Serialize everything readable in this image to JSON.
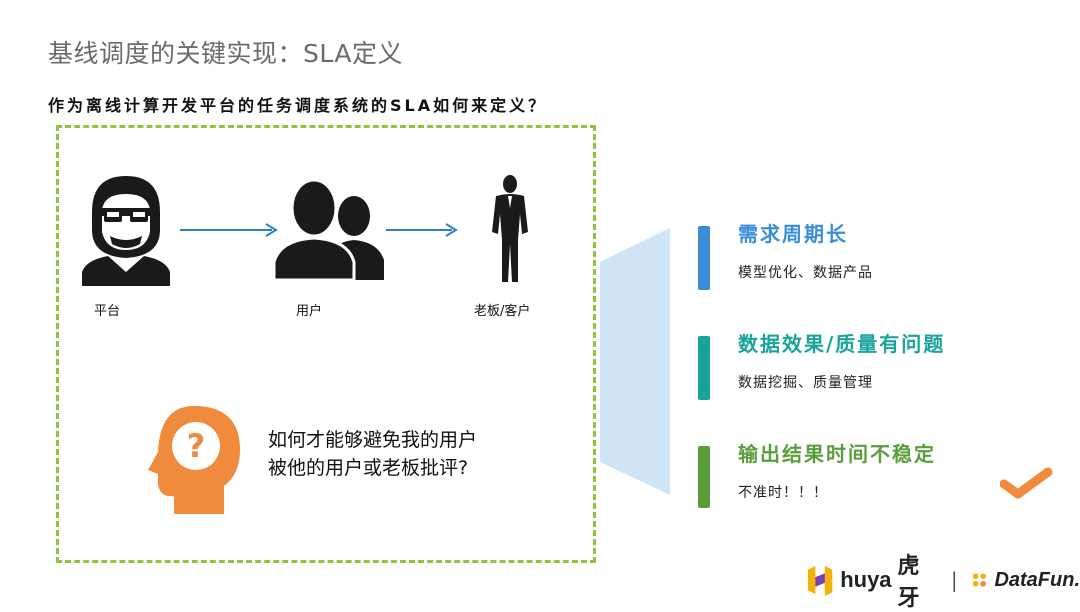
{
  "slide": {
    "title": "基线调度的关键实现：SLA定义",
    "subtitle": "作为离线计算开发平台的任务调度系统的SLA如何来定义？"
  },
  "actors": [
    {
      "label": "平台",
      "icon": "engineer-icon"
    },
    {
      "label": "用户",
      "icon": "users-icon"
    },
    {
      "label": "老板/客户",
      "icon": "businessman-icon"
    }
  ],
  "question": {
    "icon": "head-question-icon",
    "line1": "如何才能够避免我的用户",
    "line2": "被他的用户或老板批评?"
  },
  "points": [
    {
      "head": "需求周期长",
      "desc": "模型优化、数据产品",
      "color": "#3a8ed8"
    },
    {
      "head": "数据效果/质量有问题",
      "desc": "数据挖掘、质量管理",
      "color": "#1aa39a"
    },
    {
      "head": "输出结果时间不稳定",
      "desc": "不准时！！！",
      "color": "#5a9e3c"
    }
  ],
  "logos": {
    "huya": "huya",
    "huya_cn": "虎牙",
    "separator": "|",
    "datafun": "DataFun."
  },
  "colors": {
    "dash_border": "#8cc63f",
    "arrow": "#2f7fc9",
    "funnel": "#cfe4f5",
    "orange": "#f08a3c"
  }
}
